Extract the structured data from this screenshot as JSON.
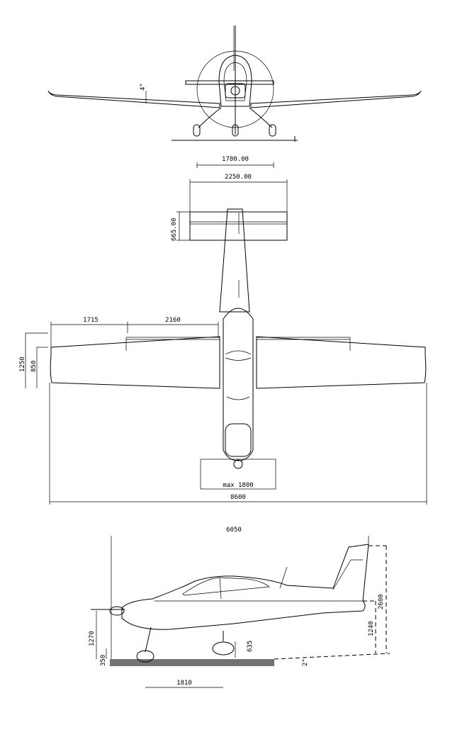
{
  "front_view": {
    "dihedral": "4°",
    "track": "1780.00"
  },
  "top_view": {
    "tail_span": "2250.00",
    "tail_chord": "665.00",
    "outer_panel": "1715",
    "inner_panel": "2160",
    "root_chord": "1250",
    "tip_chord": "850",
    "prop_width": "max 1800",
    "wingspan": "8600"
  },
  "side_view": {
    "length": "6050",
    "height": "2600",
    "stab_height": "1240",
    "prop_axis_height": "1270",
    "prop_clearance": "350",
    "wheel_height": "635",
    "ground_angle": "2°",
    "wheelbase": "1810"
  }
}
